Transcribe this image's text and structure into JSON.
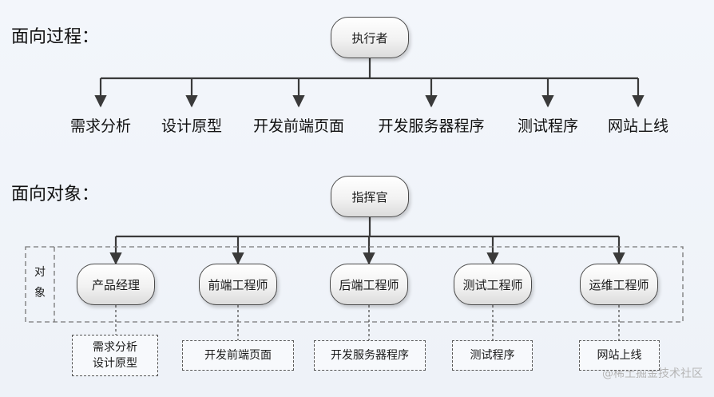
{
  "procedural": {
    "heading": "面向过程：",
    "root": "执行者",
    "steps": [
      "需求分析",
      "设计原型",
      "开发前端页面",
      "开发服务器程序",
      "测试程序",
      "网站上线"
    ]
  },
  "object_oriented": {
    "heading": "面向对象：",
    "root": "指挥官",
    "group_label": [
      "对",
      "象"
    ],
    "roles": [
      {
        "name": "产品经理",
        "tasks": [
          "需求分析",
          "设计原型"
        ]
      },
      {
        "name": "前端工程师",
        "tasks": [
          "开发前端页面"
        ]
      },
      {
        "name": "后端工程师",
        "tasks": [
          "开发服务器程序"
        ]
      },
      {
        "name": "测试工程师",
        "tasks": [
          "测试程序"
        ]
      },
      {
        "name": "运维工程师",
        "tasks": [
          "网站上线"
        ]
      }
    ]
  },
  "watermark": "@稀土掘金技术社区",
  "colors": {
    "line": "#3a3a3a",
    "dash": "#777777",
    "background": "#f1f4f9"
  }
}
